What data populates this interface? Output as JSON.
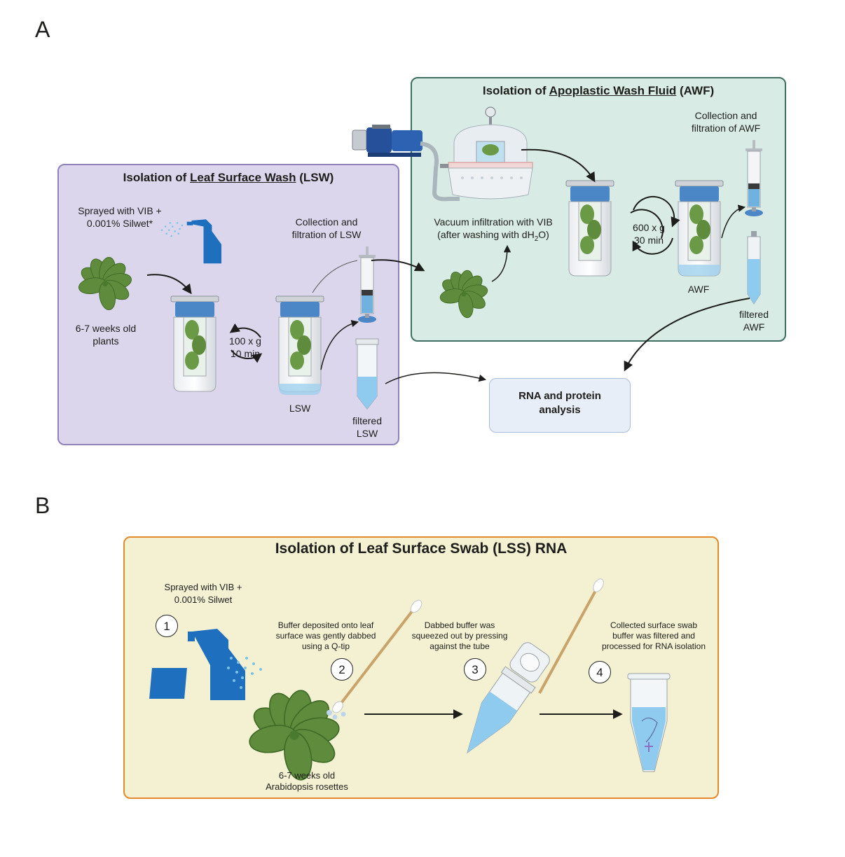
{
  "panels": {
    "a": {
      "letter": "A",
      "lsw": {
        "title_prefix": "Isolation of ",
        "title_underlined": "Leaf Surface Wash",
        "title_suffix": " (LSW)",
        "sprayed_line1": "Sprayed with VIB +",
        "sprayed_line2": "0.001% Silwet*",
        "plants_line1": "6-7 weeks old",
        "plants_line2": "plants",
        "centrifuge_line1": "100 x g",
        "centrifuge_line2": "10 min",
        "collection_line1": "Collection and",
        "collection_line2": "filtration of LSW",
        "lsw_label": "LSW",
        "filtered_line1": "filtered",
        "filtered_line2": "LSW"
      },
      "awf": {
        "title_prefix": "Isolation of ",
        "title_underlined": "Apoplastic Wash Fluid",
        "title_suffix": " (AWF)",
        "vacuum_line1": "Vacuum infiltration with VIB",
        "vacuum_line2_pre": "(after washing with dH",
        "vacuum_line2_sub": "2",
        "vacuum_line2_post": "O)",
        "centrifuge_line1": "600 x g",
        "centrifuge_line2": "30 min",
        "collection_line1": "Collection and",
        "collection_line2": "filtration of AWF",
        "awf_label": "AWF",
        "filtered_line1": "filtered",
        "filtered_line2": "AWF"
      },
      "analysis": {
        "line1": "RNA and protein",
        "line2": "analysis"
      }
    },
    "b": {
      "letter": "B",
      "title": "Isolation of Leaf Surface Swab (LSS) RNA",
      "sprayed_line1": "Sprayed with VIB +",
      "sprayed_line2": "0.001% Silwet",
      "step1": "1",
      "step2": "2",
      "step3": "3",
      "step4": "4",
      "step2_text_line1": "Buffer deposited onto leaf",
      "step2_text_line2": "surface was gently dabbed",
      "step2_text_line3": "using a Q-tip",
      "step3_text_line1": "Dabbed buffer was",
      "step3_text_line2": "squeezed out by pressing",
      "step3_text_line3": "against the tube",
      "step4_text_line1": "Collected surface swab",
      "step4_text_line2": "buffer was filtered and",
      "step4_text_line3": "processed for RNA isolation",
      "rosette_line1": "6-7 weeks old",
      "rosette_line2": "Arabidopsis rosettes"
    }
  },
  "colors": {
    "lsw_bg": "#dcd6ec",
    "awf_bg": "#d8ebe4",
    "lss_bg": "#f4f1d2",
    "lss_border": "#e38a2d",
    "leaf": "#5f8c3c",
    "spray": "#1f6fbf",
    "liquid": "#9fd1ee"
  }
}
